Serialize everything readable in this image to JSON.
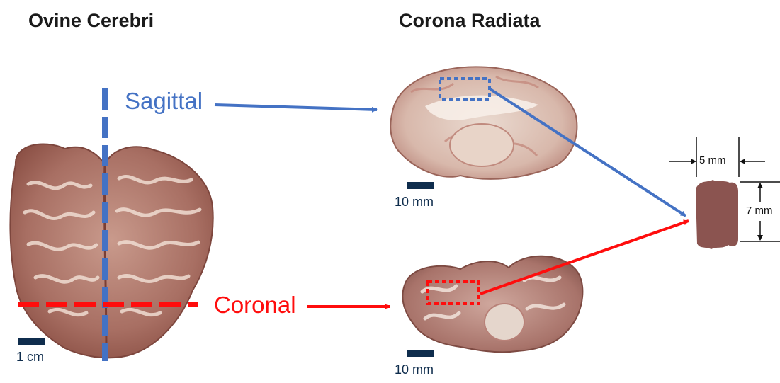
{
  "titles": {
    "left": "Ovine Cerebri",
    "right": "Corona Radiata"
  },
  "planes": {
    "sagittal": {
      "label": "Sagittal",
      "color": "#4472c4"
    },
    "coronal": {
      "label": "Coronal",
      "color": "#ff0d0d"
    }
  },
  "scale_bars": {
    "cerebrum": "1 cm",
    "sagittal_slice": "10 mm",
    "coronal_slice": "10 mm"
  },
  "sample": {
    "width_label": "5 mm",
    "height_label": "7 mm",
    "color": "#8b5450"
  },
  "colors": {
    "scale_bar": "#0f2d4d",
    "tissue": "#b57f76",
    "white_matter": "#efe2d8"
  }
}
